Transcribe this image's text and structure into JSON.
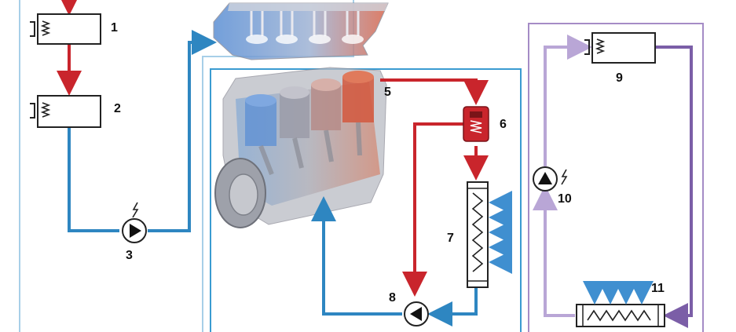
{
  "labels": {
    "l1": "1",
    "l2": "2",
    "l3": "3",
    "l5": "5",
    "l6": "6",
    "l7": "7",
    "l8": "8",
    "l9": "9",
    "l10": "10",
    "l11": "11"
  },
  "colors": {
    "hot": "#c9252c",
    "cold": "#2e86c1",
    "loop_light": "#a7cfe8",
    "purple_dark": "#7b5ea7",
    "purple_light": "#b9a6d6",
    "purple_frame": "#a58cc6",
    "blue_frame": "#3a9bd1"
  },
  "icons": {
    "heater": "spring-heater-icon",
    "pump": "pump-icon",
    "electric": "lightning-icon",
    "radiator": "radiator-coil-icon",
    "thermostat": "thermostat-icon",
    "airflow": "airflow-arrows-icon",
    "engine": "engine-block-icon",
    "cylinder_head": "cylinder-head-icon"
  }
}
